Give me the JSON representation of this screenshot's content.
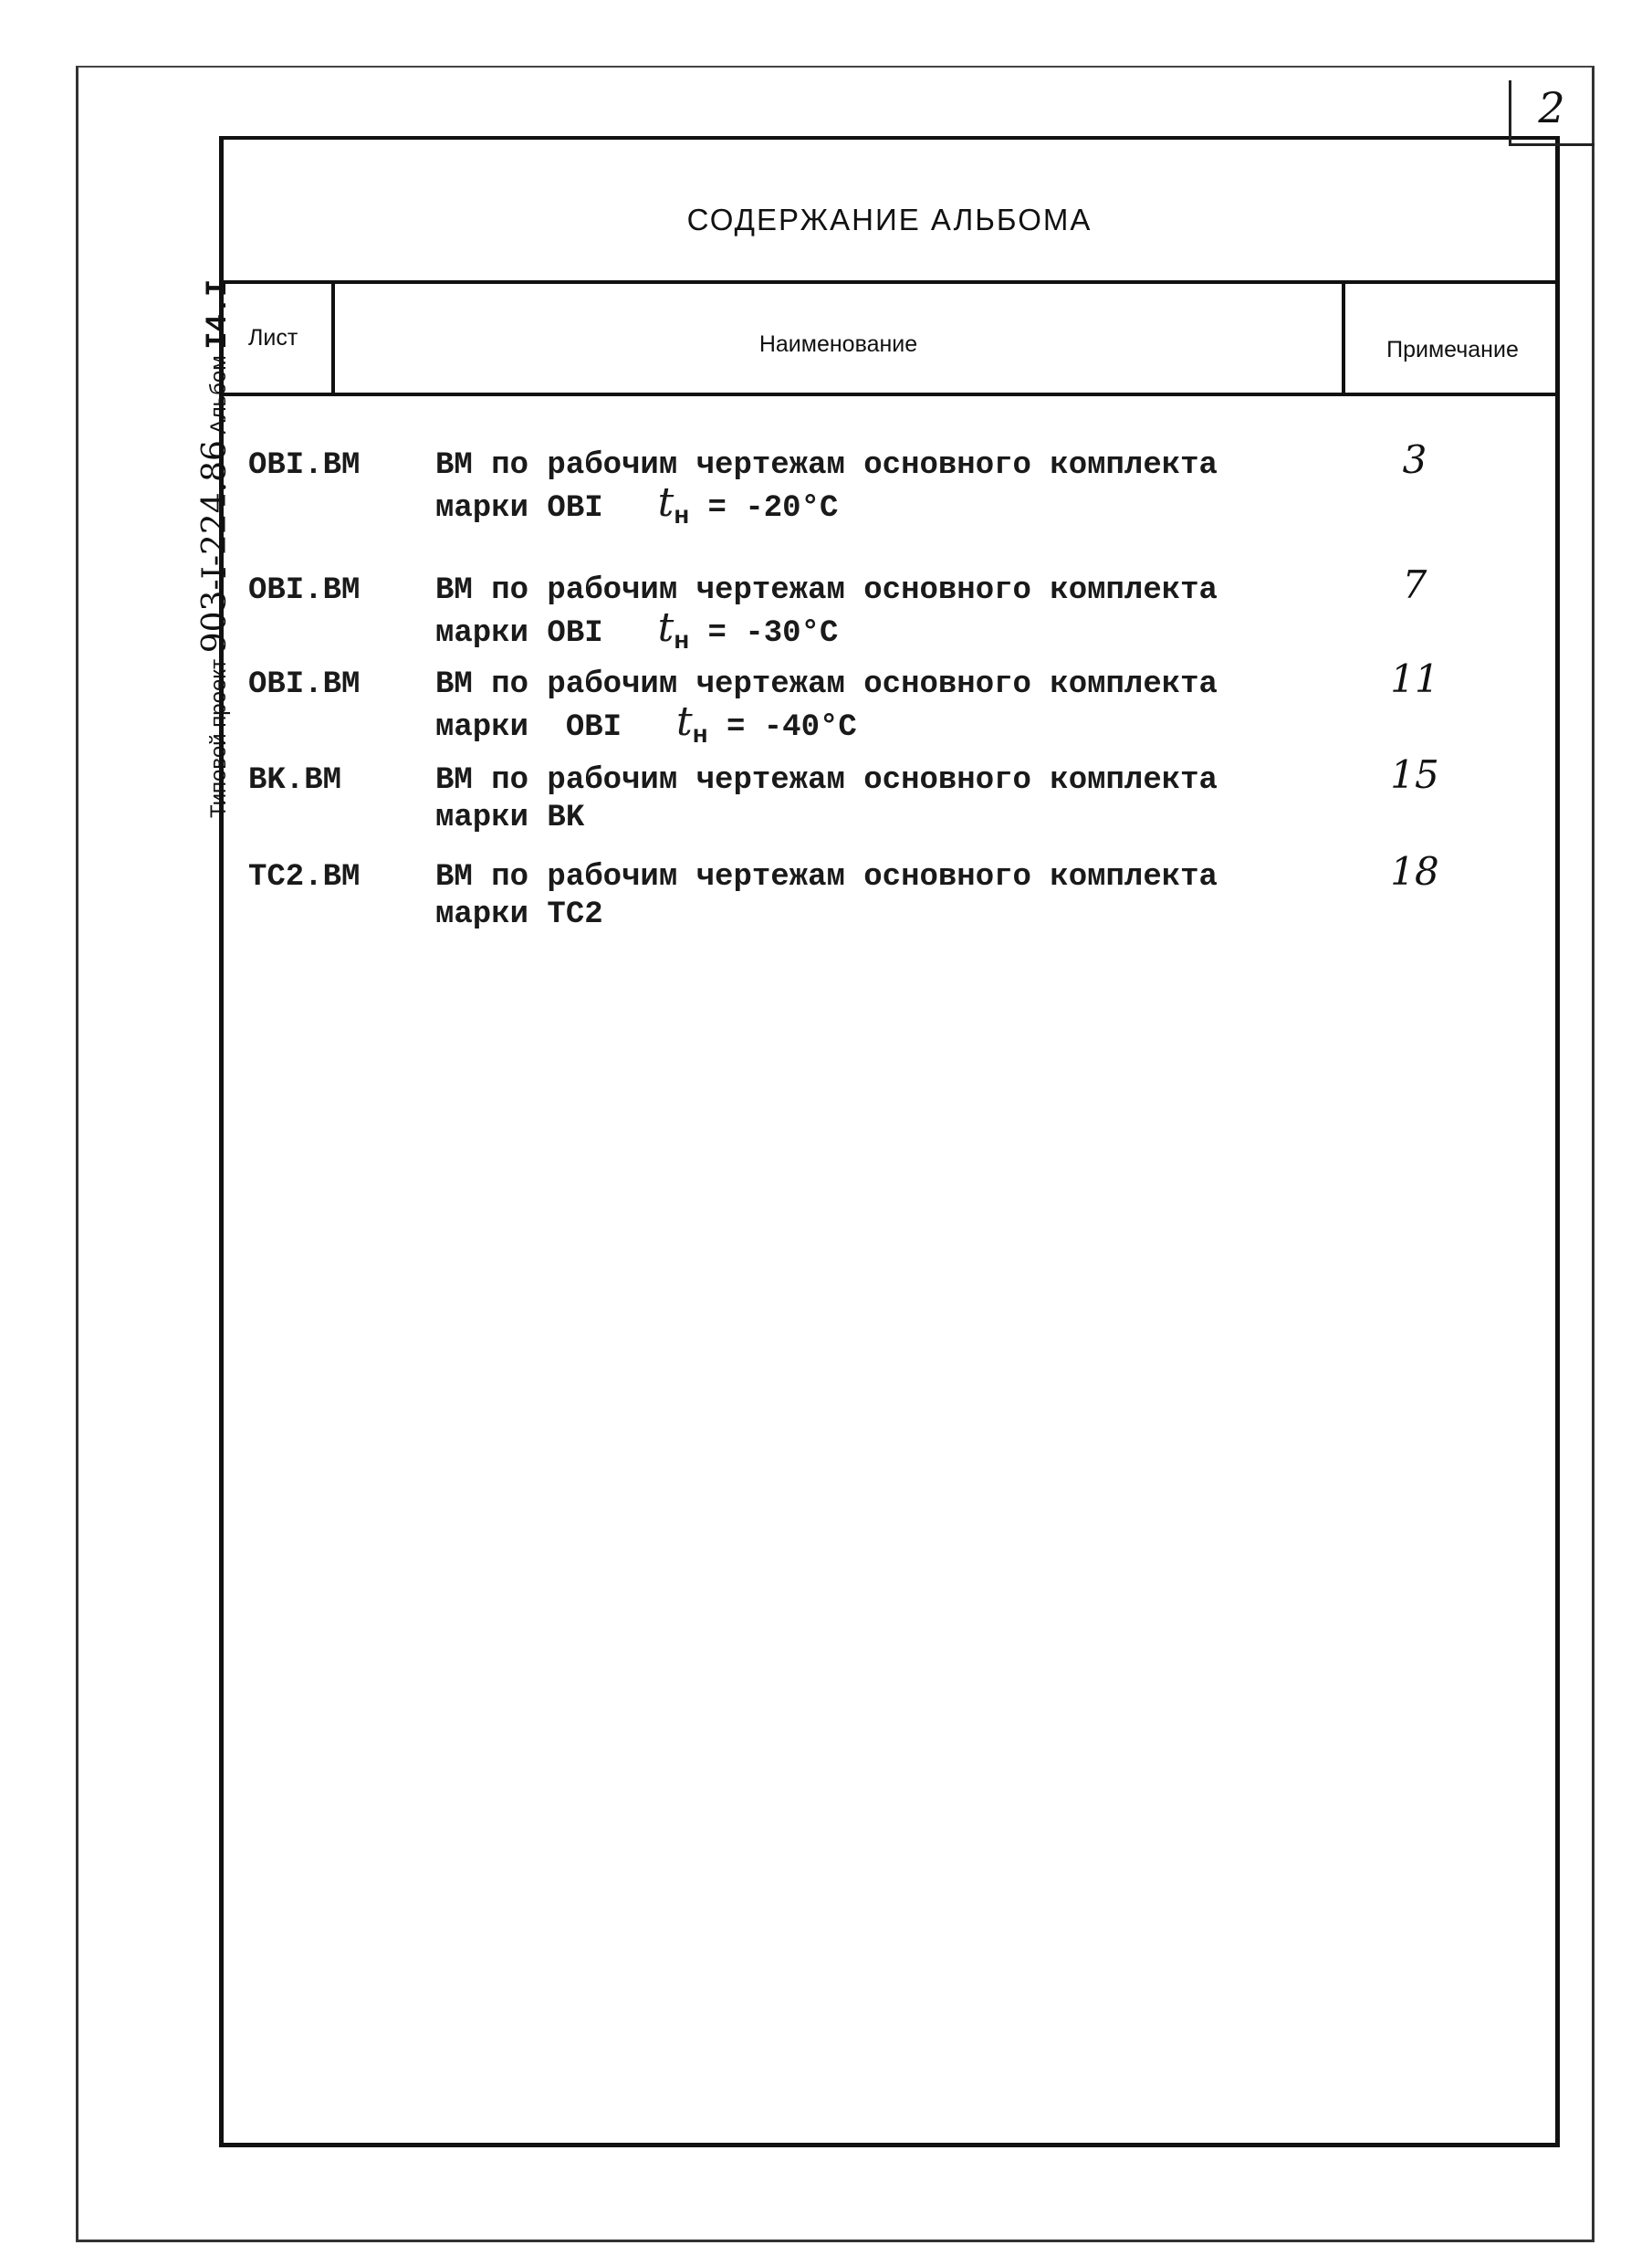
{
  "page_number": "2",
  "side_stamp": {
    "label": "Типовой проект",
    "project": "903-I-224.86",
    "album_label": "Альбом",
    "album": "I4.I"
  },
  "title": "СОДЕРЖАНИЕ АЛЬБОМА",
  "headers": {
    "sheet": "Лист",
    "name": "Наименование",
    "note": "Примечание"
  },
  "rows": [
    {
      "sheet": "OBI.BM",
      "line1": "ВМ по рабочим чертежам основного комплекта",
      "line2": "марки OBI",
      "temp_symbol": "t",
      "temp_sub": "н",
      "temp_value": "= -20°C",
      "note": "3"
    },
    {
      "sheet": "OBI.BM",
      "line1": "ВМ по рабочим чертежам основного комплекта",
      "line2": "марки OBI",
      "temp_symbol": "t",
      "temp_sub": "н",
      "temp_value": "= -30°C",
      "note": "7"
    },
    {
      "sheet": "OBI.BM",
      "line1": "ВМ по рабочим чертежам основного комплекта",
      "line2": "марки  OBI",
      "temp_symbol": "t",
      "temp_sub": "н",
      "temp_value": "= -40°C",
      "note": "11"
    },
    {
      "sheet": "BK.BM",
      "line1": "ВМ по рабочим чертежам основного комплекта",
      "line2": "марки BK",
      "note": "15"
    },
    {
      "sheet": "TC2.BM",
      "line1": "ВМ по рабочим чертежам основного комплекта",
      "line2": "марки TC2",
      "note": "18"
    }
  ]
}
